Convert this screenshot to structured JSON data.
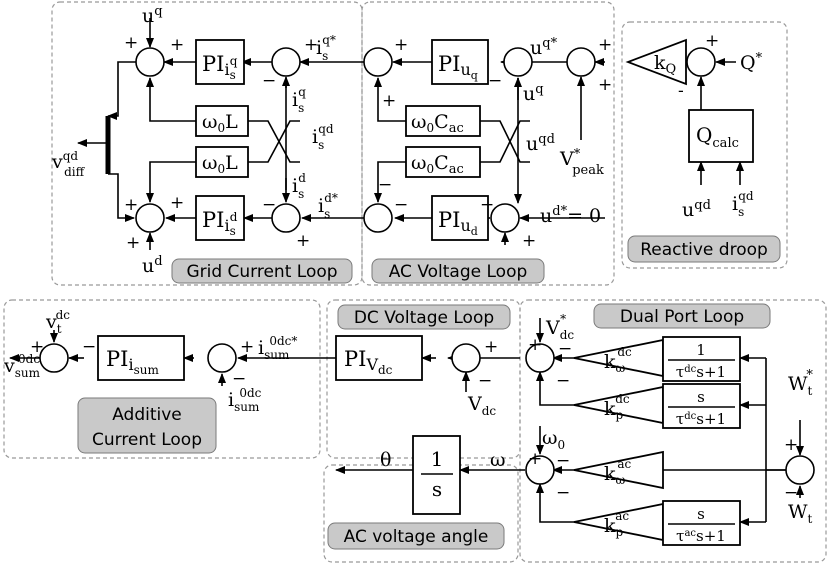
{
  "groups": {
    "grid": "Grid Current Loop",
    "ac": "AC Voltage Loop",
    "reactive": "Reactive droop",
    "dc": "DC Voltage Loop",
    "dual": "Dual Port Loop",
    "additive": [
      "Additive",
      "Current Loop"
    ],
    "angle": "AC voltage angle"
  },
  "symbols": {
    "pi": "PI",
    "i": "i",
    "u": "u",
    "v": "v",
    "s_sub": "s",
    "q_sup": "q",
    "d_sup": "d",
    "qd_sup": "qd",
    "qstar_sup": "q*",
    "dstar_sup": "d*",
    "star": "*",
    "uq_sub": "u",
    "q_subsub": "q",
    "ud_sub": "u",
    "d_subsub": "d",
    "omega0": "ω",
    "zero_sub": "0",
    "L": "L",
    "C": "C",
    "ac_sub": "ac",
    "diff_sub": "diff",
    "peak_sub": "peak",
    "equals_zero": "= 0",
    "kQ_k": "k",
    "kQ_sub": "Q",
    "Q": "Q",
    "calc_sub": "calc",
    "sum_sub": "sum",
    "zerodc_sup": "0dc",
    "zerodcstar_sup": "0dc*",
    "dc_sup": "dc",
    "dc_sub": "dc",
    "t_sub": "t",
    "W": "W",
    "V": "V",
    "isum_i": "i",
    "k": "k",
    "omega_sub": "ω",
    "p_sub": "p",
    "ac_sup": "ac",
    "one": "1",
    "s": "s",
    "tau": "τ",
    "plus_one": "s+1",
    "theta": "θ",
    "omega": "ω",
    "plus": "+",
    "minus": "−",
    "minus_short": "-"
  }
}
